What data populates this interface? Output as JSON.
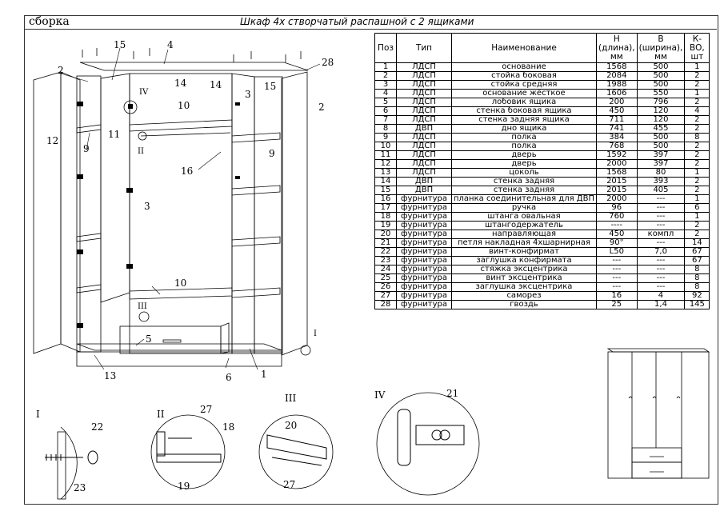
{
  "header": {
    "left_label": "сборка",
    "title": "Шкаф 4х створчатый распашной с 2 ящиками"
  },
  "table": {
    "headers": [
      "Поз",
      "Тип",
      "Наименование",
      "H (длина), мм",
      "B (ширина), мм",
      "К-ВО, шт"
    ],
    "rows": [
      [
        "1",
        "ЛДСП",
        "основание",
        "1568",
        "500",
        "1"
      ],
      [
        "2",
        "ЛДСП",
        "стойка боковая",
        "2084",
        "500",
        "2"
      ],
      [
        "3",
        "ЛДСП",
        "стойка средняя",
        "1988",
        "500",
        "2"
      ],
      [
        "4",
        "ЛДСП",
        "основание жёсткое",
        "1606",
        "550",
        "1"
      ],
      [
        "5",
        "ЛДСП",
        "лобовик ящика",
        "200",
        "796",
        "2"
      ],
      [
        "6",
        "ЛДСП",
        "стенка боковая ящика",
        "450",
        "120",
        "4"
      ],
      [
        "7",
        "ЛДСП",
        "стенка задняя ящика",
        "711",
        "120",
        "2"
      ],
      [
        "8",
        "ДВП",
        "дно ящика",
        "741",
        "455",
        "2"
      ],
      [
        "9",
        "ЛДСП",
        "полка",
        "384",
        "500",
        "8"
      ],
      [
        "10",
        "ЛДСП",
        "полка",
        "768",
        "500",
        "2"
      ],
      [
        "11",
        "ЛДСП",
        "дверь",
        "1592",
        "397",
        "2"
      ],
      [
        "12",
        "ЛДСП",
        "дверь",
        "2000",
        "397",
        "2"
      ],
      [
        "13",
        "ЛДСП",
        "цоколь",
        "1568",
        "80",
        "1"
      ],
      [
        "14",
        "ДВП",
        "стенка задняя",
        "2015",
        "393",
        "2"
      ],
      [
        "15",
        "ДВП",
        "стенка задняя",
        "2015",
        "405",
        "2"
      ],
      [
        "16",
        "фурнитура",
        "планка соединительная для ДВП",
        "2000",
        "---",
        "1"
      ],
      [
        "17",
        "фурнитура",
        "ручка",
        "96",
        "---",
        "6"
      ],
      [
        "18",
        "фурнитура",
        "штанга овальная",
        "760",
        "---",
        "1"
      ],
      [
        "19",
        "фурнитура",
        "штангодержатель",
        "----",
        "---",
        "2"
      ],
      [
        "20",
        "фурнитура",
        "направляющая",
        "450",
        "компл",
        "2"
      ],
      [
        "21",
        "фурнитура",
        "петля накладная 4хшарнирная",
        "90°",
        "---",
        "14"
      ],
      [
        "22",
        "фурнитура",
        "винт-конфирмат",
        "L50",
        "7,0",
        "67"
      ],
      [
        "23",
        "фурнитура",
        "заглушка конфирмата",
        "---",
        "---",
        "67"
      ],
      [
        "24",
        "фурнитура",
        "стяжка эксцентрика",
        "---",
        "---",
        "8"
      ],
      [
        "25",
        "фурнитура",
        "винт эксцентрика",
        "---",
        "---",
        "8"
      ],
      [
        "26",
        "фурнитура",
        "заглушка эксцентрика",
        "---",
        "---",
        "8"
      ],
      [
        "27",
        "фурнитура",
        "саморез",
        "16",
        "4",
        "92"
      ],
      [
        "28",
        "фурнитура",
        "гвоздь",
        "25",
        "1,4",
        "145"
      ]
    ]
  },
  "drawing": {
    "callouts": [
      "1",
      "2",
      "2",
      "3",
      "3",
      "4",
      "5",
      "6",
      "9",
      "9",
      "10",
      "10",
      "11",
      "12",
      "13",
      "14",
      "14",
      "15",
      "15",
      "16",
      "28"
    ],
    "view_markers": [
      "IV",
      "II",
      "III",
      "I"
    ]
  },
  "details": [
    {
      "roman": "I",
      "callouts": [
        "22",
        "23"
      ]
    },
    {
      "roman": "II",
      "callouts": [
        "27",
        "18",
        "19"
      ]
    },
    {
      "roman": "III",
      "callouts": [
        "20",
        "27"
      ]
    },
    {
      "roman": "IV",
      "callouts": [
        "21"
      ]
    }
  ],
  "colors": {
    "line": "#000000",
    "frame": "#333333",
    "fill": "#ffffff"
  }
}
